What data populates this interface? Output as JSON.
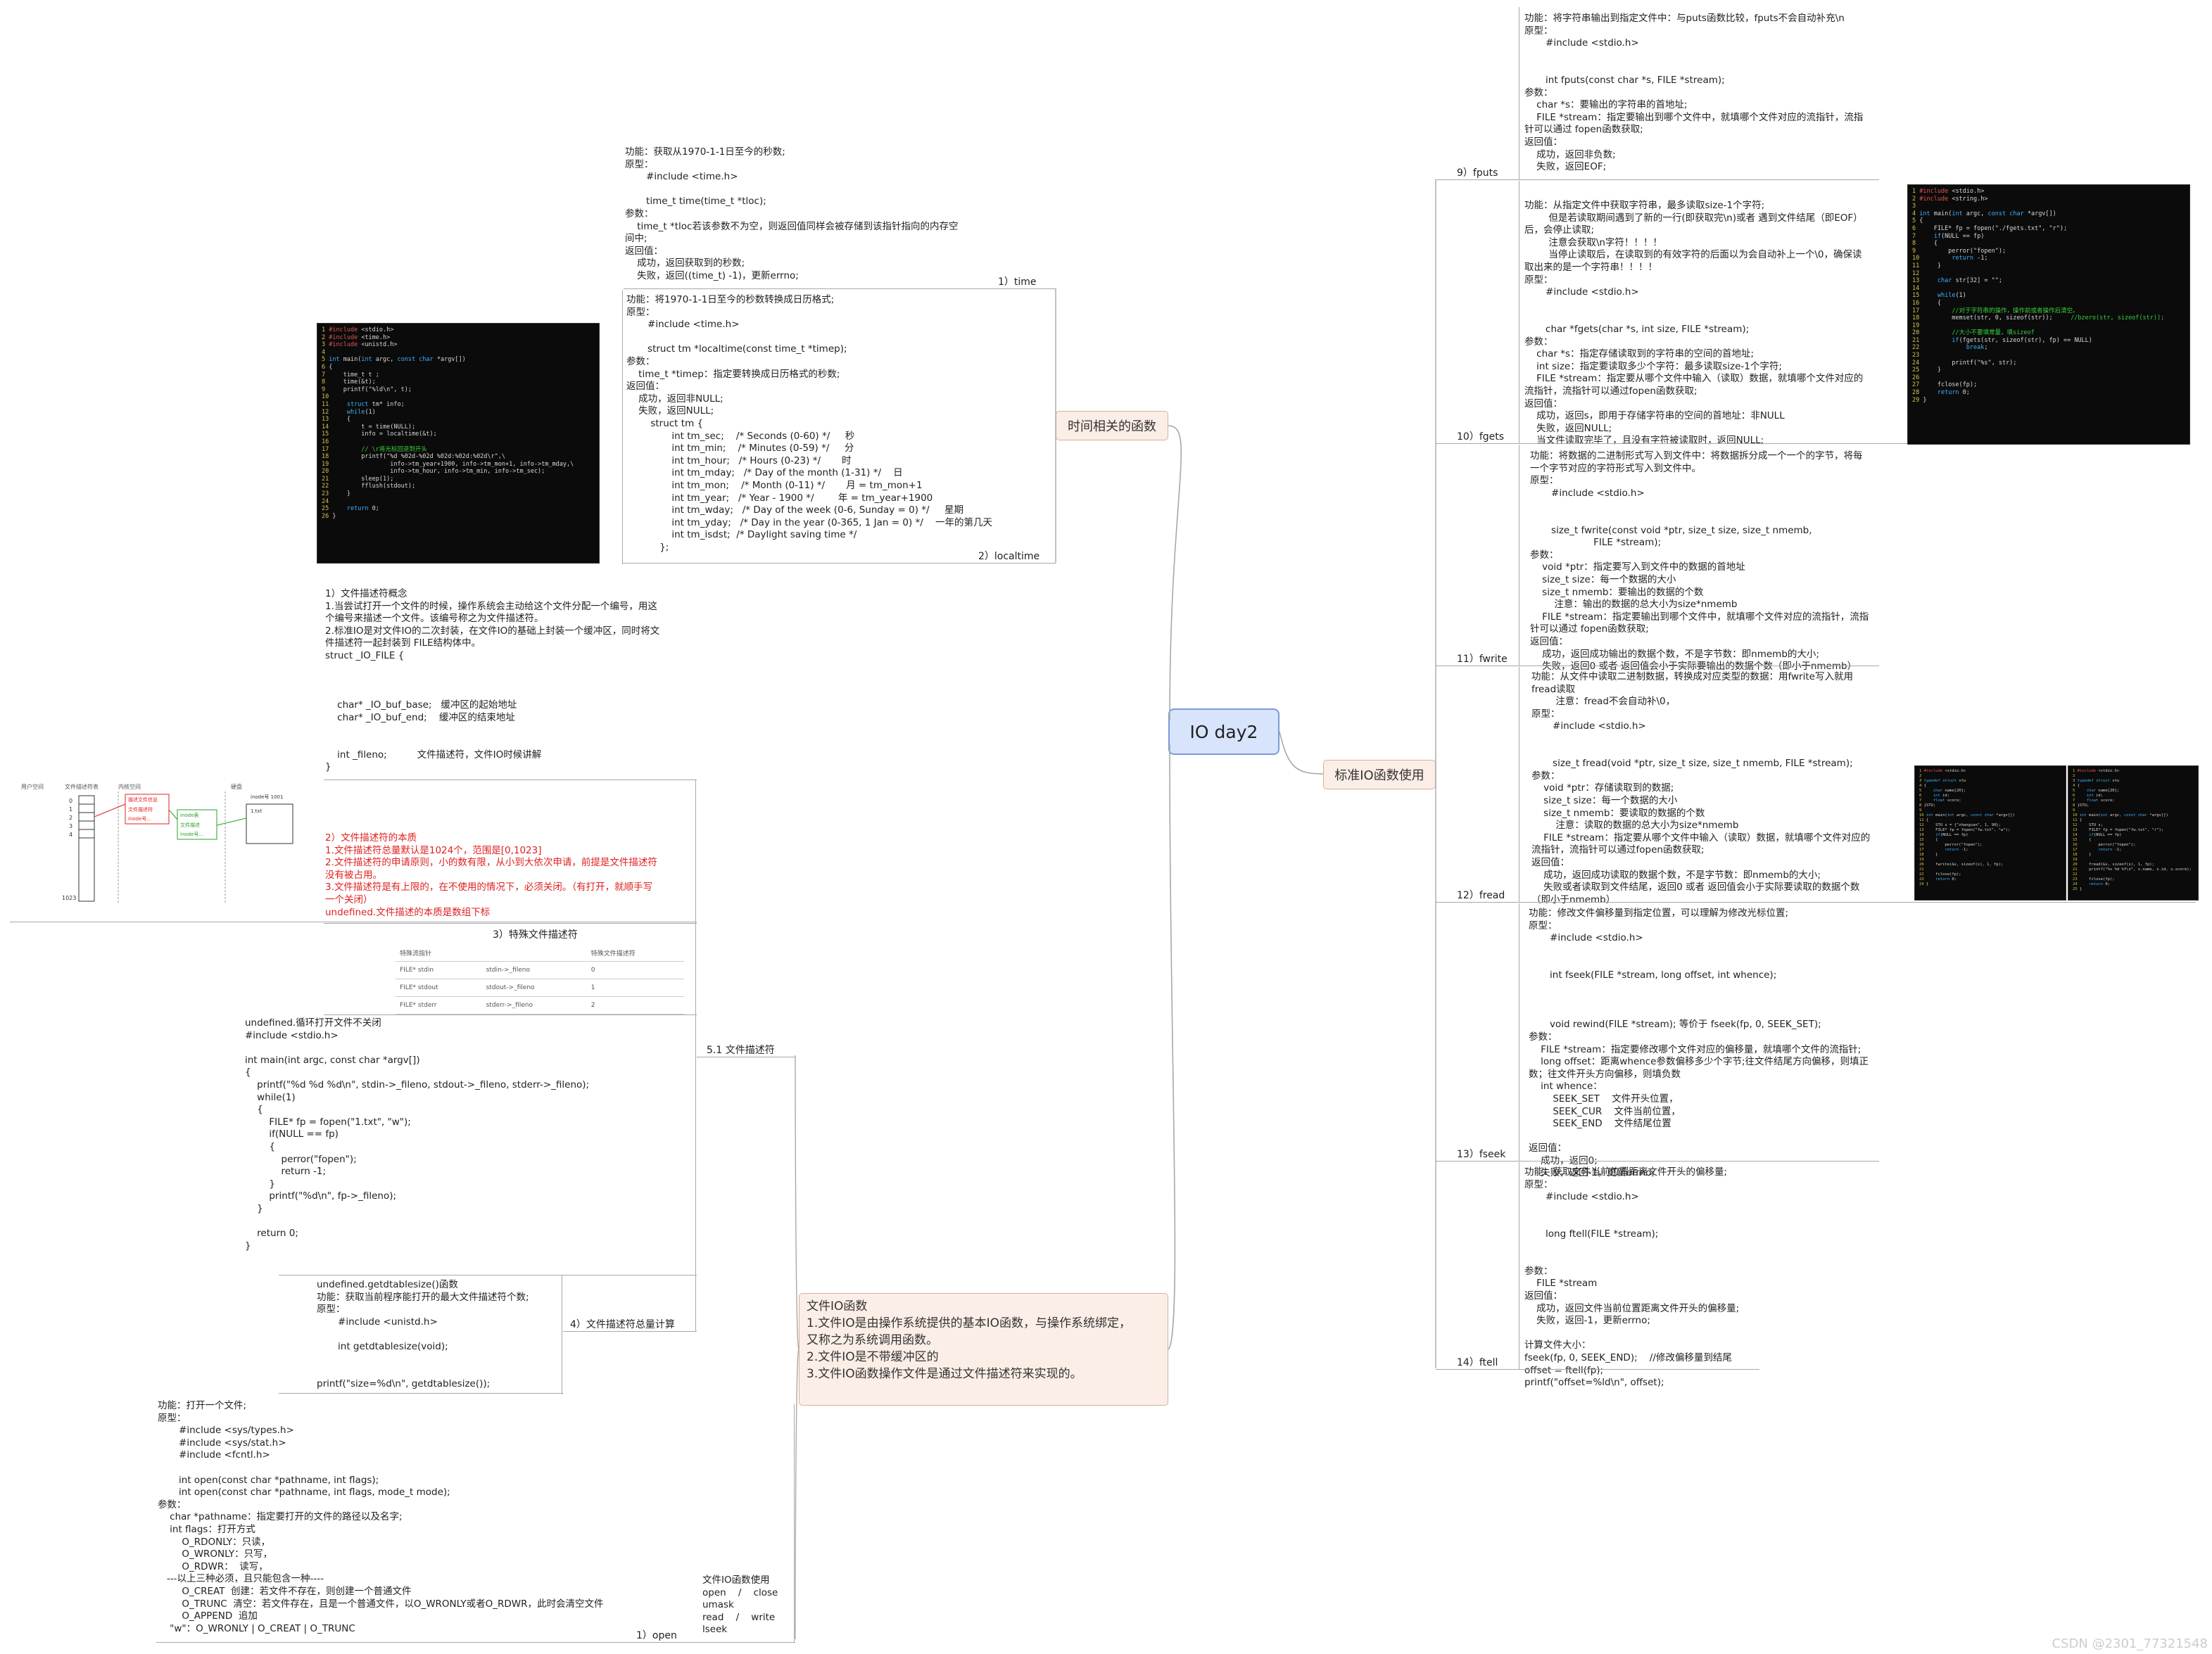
{
  "center": "IO day2",
  "topics": {
    "time": "时间相关的函数",
    "stdio": "标准IO函数使用",
    "fileio": "文件IO函数\n1.文件IO是由操作系统提供的基本IO函数，与操作系统绑定，\n又称之为系统调用函数。\n2.文件IO是不带缓冲区的\n3.文件IO函数操作文件是通过文件描述符来实现的。"
  },
  "time_blocks": {
    "time_text": "功能：获取从1970-1-1日至今的秒数;\n原型：\n       #include <time.h>\n\n       time_t time(time_t *tloc);\n参数：\n    time_t *tloc若该参数不为空，则返回值同样会被存储到该指针指向的内存空\n间中;\n返回值：\n    成功，返回获取到的秒数;\n    失败，返回((time_t) -1)，更新errno;",
    "time_label": "1）time",
    "localtime_text": "功能：将1970-1-1日至今的秒数转换成日历格式;\n原型：\n       #include <time.h>\n\n       struct tm *localtime(const time_t *timep);\n参数：\n    time_t *timep：指定要转换成日历格式的秒数;\n返回值：\n    成功，返回非NULL;\n    失败，返回NULL;\n        struct tm {\n               int tm_sec;    /* Seconds (0-60) */     秒\n               int tm_min;    /* Minutes (0-59) */     分\n               int tm_hour;   /* Hours (0-23) */       时\n               int tm_mday;   /* Day of the month (1-31) */    日\n               int tm_mon;    /* Month (0-11) */       月 = tm_mon+1\n               int tm_year;   /* Year - 1900 */        年 = tm_year+1900\n               int tm_wday;   /* Day of the week (0-6, Sunday = 0) */     星期\n               int tm_yday;   /* Day in the year (0-365, 1 Jan = 0) */    一年的第几天\n               int tm_isdst;  /* Daylight saving time */\n           };",
    "localtime_label": "2）localtime"
  },
  "code_left": "1 #include <stdio.h>\n2 #include <time.h>\n3 #include <unistd.h>\n4\n5 int main(int argc, const char *argv[])\n6 {\n7     time_t t ;\n8     time(&t);\n9     printf(\"%ld\\n\", t);\n10\n11     struct tm* info;\n12     while(1)\n13     {\n14         t = time(NULL);\n15         info = localtime(&t);\n16\n17         // \\r将光标回退到开头\n18         printf(\"%d %02d-%02d %02d:%02d:%02d\\r\",\\\n19                 info->tm_year+1900, info->tm_mon+1, info->tm_mday,\\\n20                 info->tm_hour, info->tm_min, info->tm_sec);\n21         sleep(1);\n22         fflush(stdout);\n23     }\n24\n25     return 0;\n26 }",
  "fd": {
    "concept": "1）文件描述符概念\n1.当尝试打开一个文件的时候，操作系统会主动给这个文件分配一个编号，用这\n个编号来描述一个文件。该编号称之为文件描述符。\n2.标准IO是对文件IO的二次封装，在文件IO的基础上封装一个缓冲区，同时将文\n件描述符一起封装到 FILE结构体中。\nstruct _IO_FILE {\n\n\n\n    char* _IO_buf_base;   缓冲区的起始地址\n    char* _IO_buf_end;    缓冲区的结束地址\n\n\n    int _fileno;          文件描述符，文件IO时候讲解\n}",
    "essence": "2）文件描述符的本质\n1.文件描述符总量默认是1024个，范围是[0,1023]\n2.文件描述符的申请原则，小的数有限，从小到大依次申请，前提是文件描述符\n没有被占用。\n3.文件描述符是有上限的，在不使用的情况下，必须关闭。（有打开，就顺手写\n一个关闭）\nundefined.文件描述的本质是数组下标",
    "special_title": "3）特殊文件描述符",
    "table": [
      [
        "特殊流指针",
        "",
        "特殊文件描述符"
      ],
      [
        "FILE* stdin",
        "stdin->_fileno",
        "0"
      ],
      [
        "FILE* stdout",
        "stdout->_fileno",
        "1"
      ],
      [
        "FILE* stderr",
        "stderr->_fileno",
        "2"
      ]
    ],
    "loop_code": "undefined.循环打开文件不关闭\n#include <stdio.h>\n\nint main(int argc, const char *argv[])\n{\n    printf(\"%d %d %d\\n\", stdin->_fileno, stdout->_fileno, stderr->_fileno);\n    while(1)\n    {\n        FILE* fp = fopen(\"1.txt\", \"w\");\n        if(NULL == fp)\n        {\n            perror(\"fopen\");\n            return -1;\n        }\n        printf(\"%d\\n\", fp->_fileno);\n    }\n\n    return 0;\n}",
    "section_label": "5.1 文件描述符",
    "getdtable": "undefined.getdtablesize()函数\n功能：获取当前程序能打开的最大文件描述符个数;\n原型：\n       #include <unistd.h>\n\n       int getdtablesize(void);\n\n\nprintf(\"size=%d\\n\", getdtablesize());",
    "getdtable_label": "4）文件描述符总量计算",
    "diagram": {
      "user": "用户空间",
      "fdtable": "文件描述符表",
      "kernel": "内核空间",
      "nums": [
        "0",
        "1",
        "2",
        "3",
        "4",
        "1023"
      ],
      "p1": "描述文件信息",
      "p2": "文件描述符",
      "p3": "inode号...",
      "r1": "inode表",
      "r2": "文件描述",
      "r3": "inode号...",
      "hdd": "硬盘",
      "h1": "inode号   1001",
      "h2": "1.txt"
    }
  },
  "open": {
    "text": "功能：打开一个文件;\n原型：\n       #include <sys/types.h>\n       #include <sys/stat.h>\n       #include <fcntl.h>\n\n       int open(const char *pathname, int flags);\n       int open(const char *pathname, int flags, mode_t mode);\n参数：\n    char *pathname：指定要打开的文件的路径以及名字;\n    int flags：打开方式\n        O_RDONLY：只读，\n        O_WRONLY：只写，\n        O_RDWR：  读写，\n   ---以上三种必须，且只能包含一种----\n        O_CREAT  创建：若文件不存在，则创建一个普通文件\n        O_TRUNC  清空：若文件存在，且是一个普通文件，以O_WRONLY或者O_RDWR，此时会清空文件\n        O_APPEND  追加\n    \"w\"：O_WRONLY | O_CREAT | O_TRUNC",
    "label": "1）open",
    "side": "文件IO函数使用\nopen    /    close\numask\nread    /    write\nlseek"
  },
  "stdio": {
    "fputs": "功能：将字符串输出到指定文件中：与puts函数比较，fputs不会自动补充\\n\n原型：\n       #include <stdio.h>\n\n\n       int fputs(const char *s, FILE *stream);\n参数：\n    char *s：要输出的字符串的首地址;\n    FILE *stream：指定要输出到哪个文件中，就填哪个文件对应的流指针，流指\n针可以通过 fopen函数获取;\n返回值：\n    成功，返回非负数;\n    失败，返回EOF;",
    "fputs_label": "9）fputs",
    "fgets": "功能：从指定文件中获取字符串，最多读取size-1个字符;\n        但是若读取期间遇到了新的一行(即获取完\\n)或者 遇到文件结尾（即EOF）\n后，会停止读取;\n        注意会获取\\n字符！！！！\n        当停止读取后，在读取到的有效字符的后面以为会自动补上一个\\0，确保读\n取出来的是一个字符串！！！！\n原型：\n       #include <stdio.h>\n\n\n       char *fgets(char *s, int size, FILE *stream);\n参数：\n    char *s：指定存储读取到的字符串的空间的首地址;\n    int size：指定要读取多少个字符：最多读取size-1个字符;\n    FILE *stream：指定要从哪个文件中输入（读取）数据，就填哪个文件对应的\n流指针，流指针可以通过fopen函数获取;\n返回值：\n    成功，返回s，即用于存储字符串的空间的首地址：非NULL\n    失败，返回NULL;\n    当文件读取完毕了，且没有字符被读取时，返回NULL;",
    "fgets_label": "10）fgets",
    "fwrite": "功能：将数据的二进制形式写入到文件中：将数据拆分成一个一个的字节，将每\n一个字节对应的字符形式写入到文件中。\n原型：\n       #include <stdio.h>\n\n\n       size_t fwrite(const void *ptr, size_t size, size_t nmemb,\n                     FILE *stream);\n参数：\n    void *ptr：指定要写入到文件中的数据的首地址\n    size_t size：每一个数据的大小\n    size_t nmemb：要输出的数据的个数\n        注意：输出的数据的总大小为size*nmemb\n    FILE *stream：指定要输出到哪个文件中，就填哪个文件对应的流指针，流指\n针可以通过 fopen函数获取;\n返回值：\n    成功，返回成功输出的数据个数，不是字节数：即nmemb的大小;\n    失败，返回0 或者 返回值会小于实际要输出的数据个数（即小于nmemb）",
    "fwrite_label": "11）fwrite",
    "fread": "功能：从文件中读取二进制数据，转换成对应类型的数据：用fwrite写入就用\nfread读取\n        注意：fread不会自动补\\0，\n原型：\n       #include <stdio.h>\n\n\n       size_t fread(void *ptr, size_t size, size_t nmemb, FILE *stream);\n参数：\n    void *ptr：存储读取到的数据;\n    size_t size：每一个数据的大小\n    size_t nmemb：要读取的数据的个数\n        注意：读取的数据的总大小为size*nmemb\n    FILE *stream：指定要从哪个文件中输入（读取）数据，就填哪个文件对应的\n流指针，流指针可以通过fopen函数获取;\n返回值：\n    成功，返回成功读取的数据个数，不是字节数：即nmemb的大小;\n    失败或者读取到文件结尾，返回0 或者 返回值会小于实际要读取的数据个数\n（即小于nmemb）",
    "fread_label": "12）fread",
    "fseek": "功能：修改文件偏移量到指定位置，可以理解为修改光标位置;\n原型：\n       #include <stdio.h>\n\n\n       int fseek(FILE *stream, long offset, int whence);\n\n\n\n       void rewind(FILE *stream); 等价于 fseek(fp, 0, SEEK_SET);\n参数：\n    FILE *stream：指定要修改哪个文件对应的偏移量，就填哪个文件的流指针;\n    long offset：距离whence参数偏移多少个字节;往文件结尾方向偏移，则填正\n数；往文件开头方向偏移，则填负数\n    int whence：\n        SEEK_SET    文件开头位置，\n        SEEK_CUR    文件当前位置，\n        SEEK_END    文件结尾位置\n\n返回值：\n    成功，返回0;\n    失败，返回-1，更新errno;",
    "fseek_label": "13）fseek",
    "ftell": "功能：获取文件当前位置距离文件开头的偏移量;\n原型：\n       #include <stdio.h>\n\n\n       long ftell(FILE *stream);\n\n\n参数：\n    FILE *stream\n返回值：\n    成功，返回文件当前位置距离文件开头的偏移量;\n    失败，返回-1，更新errno;\n\n计算文件大小：\nfseek(fp, 0, SEEK_END);    //修改偏移量到结尾\noffset = ftell(fp);\nprintf(\"offset=%ld\\n\", offset);",
    "ftell_label": "14）ftell"
  },
  "code_fgets": "1 #include <stdio.h>\n2 #include <string.h>\n3\n4 int main(int argc, const char *argv[])\n5 {\n6     FILE* fp = fopen(\"./fgets.txt\", \"r\");\n7     if(NULL == fp)\n8     {\n9         perror(\"fopen\");\n10         return -1;\n11     }\n12\n13     char str[32] = \"\";\n14\n15     while(1)\n16     {\n17         //对于字符串的操作，操作前或者操作后清空。\n18         memset(str, 0, sizeof(str));     //bzero(str, sizeof(str));\n19\n20         //大小不要填常量，填sizeof\n21         if(fgets(str, sizeof(str), fp) == NULL)\n22             break;\n23\n24         printf(\"%s\", str);\n25     }\n26\n27     fclose(fp);\n28     return 0;\n29 }",
  "code_fread_a": "1 #include <stdio.h>\n2\n3 typedef struct stu\n4 {\n5     char name[20];\n6     int id;\n7     float score;\n8 }STU;\n9\n10 int main(int argc, const char *argv[])\n11 {\n12     STU s = {\"zhangsan\", 1, 90};\n13     FILE* fp = fopen(\"fw.txt\", \"w\");\n14     if(NULL == fp)\n15     {\n16         perror(\"fopen\");\n17         return -1;\n18     }\n19\n20     fwrite(&s, sizeof(s), 1, fp);\n21\n22     fclose(fp);\n23     return 0;\n24 }",
  "code_fread_b": "1 #include <stdio.h>\n2\n3 typedef struct stu\n4 {\n5     char name[20];\n6     int id;\n7     float score;\n8 }STU;\n9\n10 int main(int argc, const char *argv[])\n11 {\n12     STU s;\n13     FILE* fp = fopen(\"fw.txt\", \"r\");\n14     if(NULL == fp)\n15     {\n16         perror(\"fopen\");\n17         return -1;\n18     }\n19\n20     fread(&s, sizeof(s), 1, fp);\n21     printf(\"%s %d %f\\n\", s.name, s.id, s.score);\n22\n23     fclose(fp);\n24     return 0;\n25 }",
  "watermark": "CSDN @2301_77321548"
}
